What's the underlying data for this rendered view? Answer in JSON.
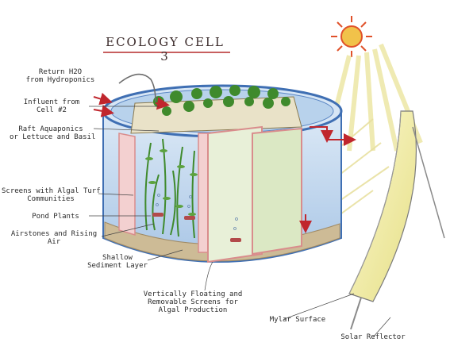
{
  "title": "ECOLOGY CELL 3",
  "labels": {
    "return_h2o": [
      "Return H2O",
      "from Hydroponics"
    ],
    "influent": [
      "Influent from",
      "Cell #2"
    ],
    "raft": [
      "Raft Aquaponics",
      "or Lettuce and Basil"
    ],
    "screens_algal": [
      "Screens with Algal Turf",
      "Communities"
    ],
    "pond_plants": [
      "Pond Plants"
    ],
    "airstones": [
      "Airstones and Rising",
      "Air"
    ],
    "sediment": [
      "Shallow",
      "Sediment Layer"
    ],
    "floating_screens": [
      "Vertically Floating and",
      "Removable Screens for",
      "Algal Production"
    ],
    "mylar": [
      "Mylar Surface"
    ],
    "reflector": [
      "Solar Reflector"
    ]
  },
  "colors": {
    "water": "#c9def2",
    "tank_rim": "#3f6fb3",
    "screen_frame": "#d98c8c",
    "plants": "#3f8a2c",
    "sun": "#e0512a",
    "reflector": "#f5f0a8",
    "arrow": "#c0262d"
  }
}
